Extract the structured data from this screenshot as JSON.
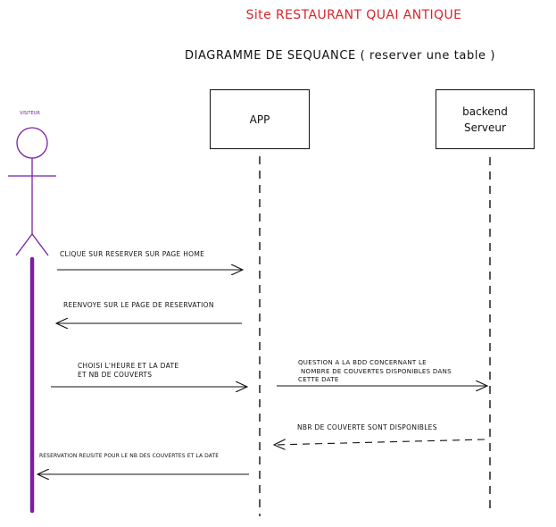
{
  "title": "Site RESTAURANT QUAI ANTIQUE",
  "subtitle": "DIAGRAMME DE SEQUANCE ( reserver une table )",
  "actor": {
    "label": "VISITEUR"
  },
  "participants": {
    "app": "APP",
    "server_line1": "backend",
    "server_line2": "Serveur"
  },
  "messages": [
    {
      "line1": "CLIQUE SUR RESERVER SUR PAGE HOME"
    },
    {
      "line1": "REENVOYE SUR LE PAGE DE RESERVATION"
    },
    {
      "line1": "CHOISI L'HEURE ET LA DATE",
      "line2": "ET NB DE COUVERTS"
    },
    {
      "line1": "QUESTION A LA BDD CONCERNANT LE",
      "line2": "NOMBRE DE COUVERTES DISPONIBLES DANS",
      "line3": "CETTE  DATE"
    },
    {
      "line1": "NBR DE COUVERTE SONT DISPONIBLES"
    },
    {
      "line1": "RESERVATION REUSITE POUR LE NB DES COUVERTES ET LA DATE"
    }
  ],
  "colors": {
    "title": "#d9252a",
    "actor": "#7a1fa2",
    "lines": "#111111"
  }
}
